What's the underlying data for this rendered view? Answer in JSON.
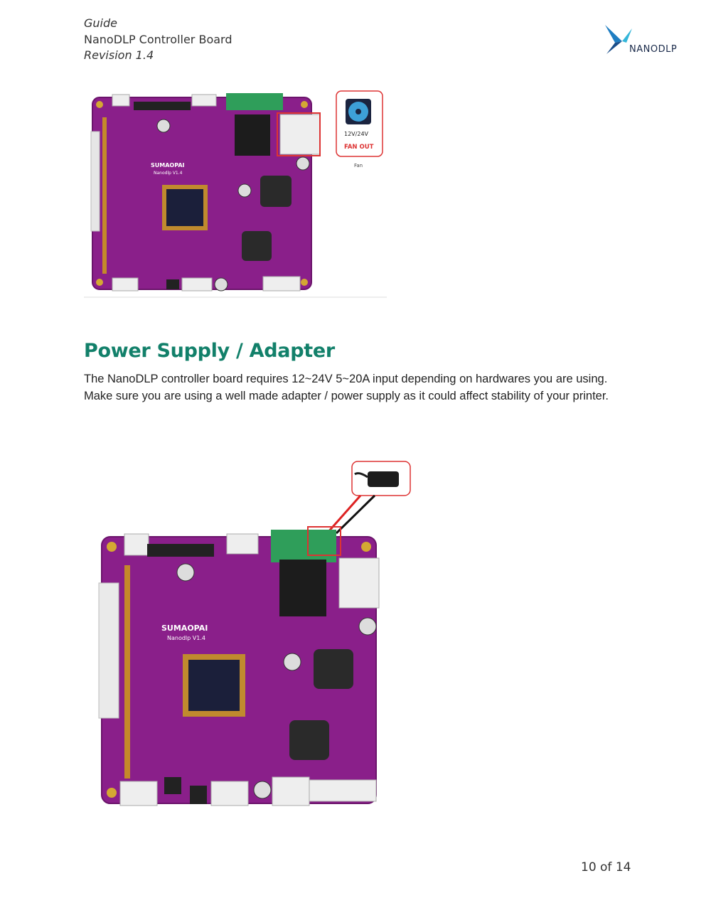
{
  "header": {
    "line1": "Guide",
    "line2": "NanoDLP Controller Board",
    "line3": "Revision 1.4"
  },
  "logo": {
    "text": "NANODLP",
    "icon": "bird-logo-icon"
  },
  "figure1": {
    "board_brand": "SUMAOPAI",
    "board_model": "Nanodlp V1.4",
    "callout_label_1": "12V/24V",
    "callout_label_2": "FAN OUT",
    "caption": "Fan"
  },
  "section": {
    "title": "Power Supply / Adapter",
    "paragraph": "The NanoDLP controller board requires 12~24V 5~20A input depending on hardwares you are using. Make sure you are using a well made adapter / power supply as it could affect stability of your printer."
  },
  "figure2": {
    "board_brand": "SUMAOPAI",
    "board_model": "Nanodlp V1.4"
  },
  "footer": {
    "page": "10 of 14"
  },
  "colors": {
    "accent": "#12806a",
    "board": "#8a1f8a",
    "callout": "#dd3333"
  }
}
